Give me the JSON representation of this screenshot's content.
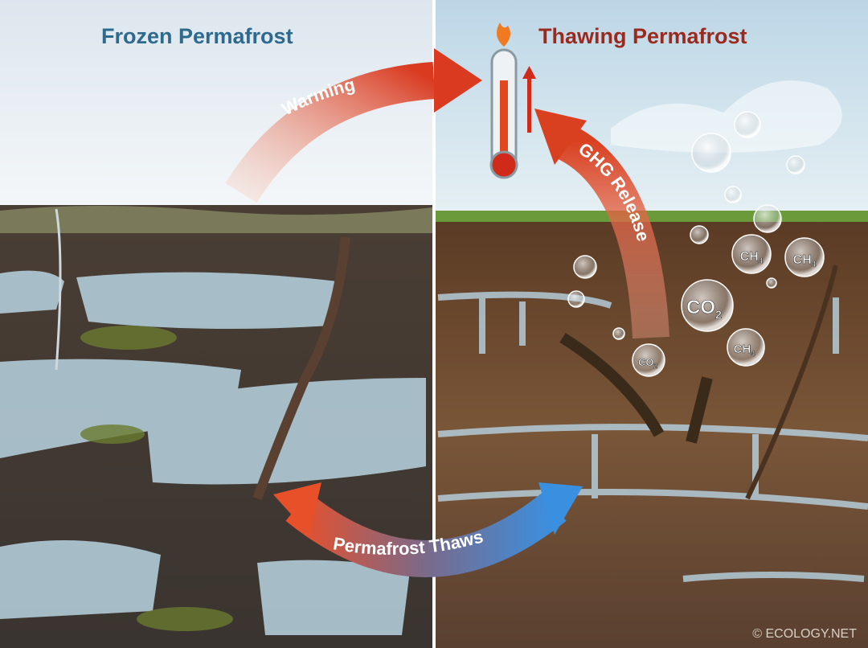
{
  "left_panel": {
    "title": "Frozen Permafrost",
    "title_color": "#2e6a8e"
  },
  "right_panel": {
    "title": "Thawing Permafrost",
    "title_color": "#9a2a1e"
  },
  "arrows": {
    "warming": "Warming",
    "ghg_release": "GHG Release",
    "permafrost_thaws": "Permafrost Thaws"
  },
  "gases": [
    {
      "formula": "CH",
      "sub": "4"
    },
    {
      "formula": "CH",
      "sub": "4"
    },
    {
      "formula": "CO",
      "sub": "2"
    },
    {
      "formula": "CH",
      "sub": "4"
    },
    {
      "formula": "CO",
      "sub": "2"
    }
  ],
  "icons": [
    "thermometer-icon",
    "flame-icon",
    "up-arrow-icon"
  ],
  "watermark": "© ECOLOGY.NET",
  "colors": {
    "warm_arrow": "#e0482a",
    "cold_arrow": "#3a8ee0",
    "ice": "#bcd8e6",
    "soil": "#5a3e28"
  }
}
